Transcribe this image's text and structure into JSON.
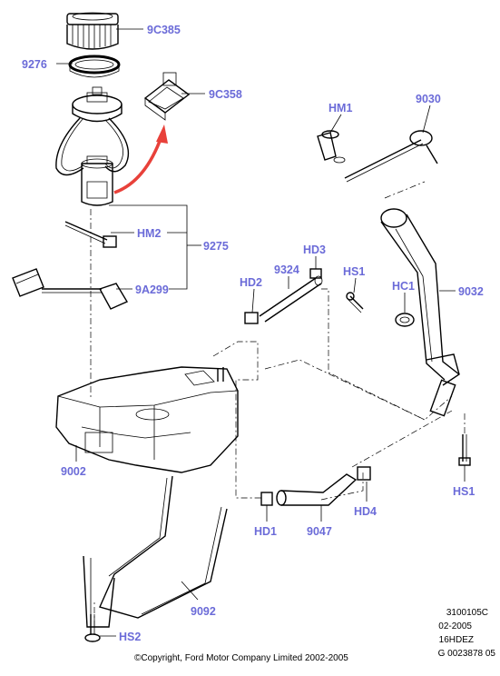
{
  "diagram": {
    "label_color": "#6b6bd8",
    "arrow_color": "#e8413a",
    "callouts": {
      "c9C385": "9C385",
      "c9276": "9276",
      "c9C358": "9C358",
      "cHM1": "HM1",
      "c9030": "9030",
      "cHM2": "HM2",
      "c9275": "9275",
      "cHD3": "HD3",
      "c9324": "9324",
      "cHD2": "HD2",
      "cHS1a": "HS1",
      "cHC1": "HC1",
      "c9032": "9032",
      "c9A299": "9A299",
      "c9002": "9002",
      "cHS1b": "HS1",
      "cHD4": "HD4",
      "cHD1": "HD1",
      "c9047": "9047",
      "c9092": "9092",
      "cHS2": "HS2"
    },
    "meta": {
      "line1": "3100105C",
      "line2": "02-2005",
      "line3": "16HDEZ",
      "line4": "G 0023878 05"
    },
    "copyright": "©Copyright, Ford Motor Company Limited 2002-2005"
  }
}
